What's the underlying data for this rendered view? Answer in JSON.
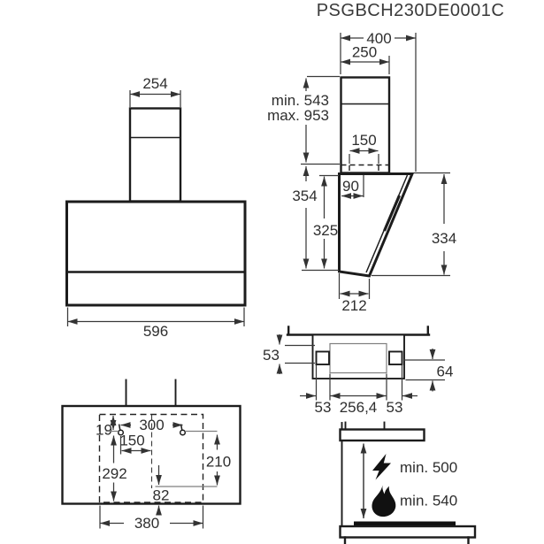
{
  "title": "PSGBCH230DE0001C",
  "views": {
    "front": {
      "chimney_width": "254",
      "body_width": "596"
    },
    "side": {
      "depth_total": "400",
      "chimney_depth": "250",
      "height_min": "min. 543",
      "height_max": "max. 953",
      "duct_width": "150",
      "duct_offset": "90",
      "height_back": "354",
      "height_front": "325",
      "height_glass": "334",
      "depth_bottom": "212"
    },
    "top": {
      "offset_top": "53",
      "depth": "64",
      "offset_left": "53",
      "inner_width": "256,4",
      "offset_right": "53"
    },
    "mounting": {
      "hole_offset_top": "19",
      "hole_spacing": "300",
      "hole_to_center": "150",
      "template_height": "292",
      "right_height": "210",
      "bottom_gap": "82",
      "template_width": "380"
    },
    "clearance": {
      "electric_min": "min. 500",
      "gas_min": "min. 540"
    }
  }
}
